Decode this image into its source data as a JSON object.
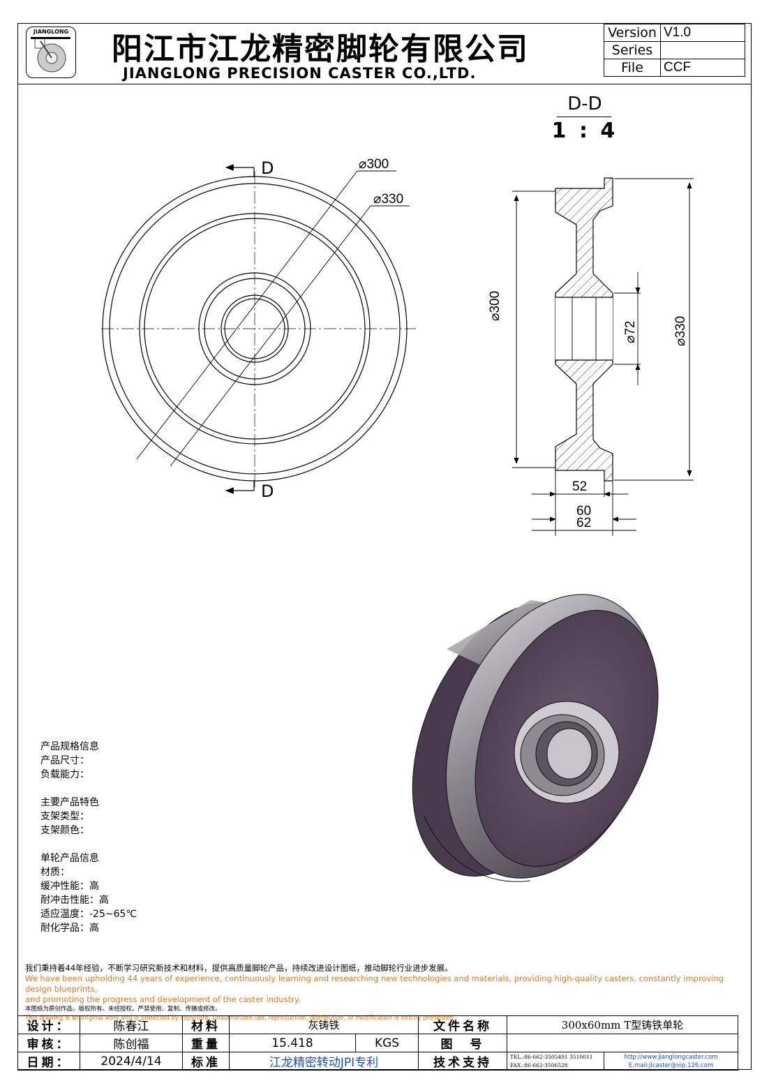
{
  "header": {
    "logo_text": "JIANGLONG",
    "title_cn": "阳江市江龙精密脚轮有限公司",
    "title_en": "JIANGLONG PRECISION CASTER CO.,LTD."
  },
  "meta": [
    {
      "key": "Version",
      "value": "V1.0"
    },
    {
      "key": "Series",
      "value": ""
    },
    {
      "key": "File",
      "value": "CCF"
    }
  ],
  "section": {
    "name": "D-D",
    "scale": "1 : 4"
  },
  "front_view": {
    "cut_label_top": "D",
    "cut_label_bottom": "D",
    "dim_300": "⌀300",
    "dim_330": "⌀330"
  },
  "side_view": {
    "dim_300": "⌀300",
    "dim_72": "⌀72",
    "dim_330": "⌀330",
    "dim_52": "52",
    "dim_60": "60",
    "dim_62": "62"
  },
  "specs": {
    "group1_title": "产品规格信息",
    "size": "产品尺寸：",
    "load": "负载能力：",
    "group2_title": "主要产品特色",
    "bracket_type": "支架类型：",
    "bracket_color": "支架颜色：",
    "group3_title": "单轮产品信息",
    "material": "材质：",
    "cushion": "缓冲性能：高",
    "impact": "耐冲击性能：高",
    "temperature": "适应温度：-25~65℃",
    "chemical": "耐化学品：高"
  },
  "mission": {
    "cn": "我们秉持着44年经验，不断学习研究新技术和材料，提供高质量脚轮产品，持续改进设计图纸，推动脚轮行业进步发展。",
    "en1": "We have been upholding 44 years of experience, continuously learning and researching new technologies and materials, providing high-quality casters, constantly improving design blueprints,",
    "en2": "and promoting the progress and development of the caster industry.",
    "copyright_cn": "本图纸为原创作品，版权所有。未经授权，严禁使用、复制、传播或修改。",
    "copyright_en": "This drawing is an original work and is protected by copyright. Unauthorized use, reproduction, distribution, or modification is strictly prohibited."
  },
  "title_block": {
    "design_label": "设计：",
    "design_value": "陈春江",
    "material_label": "材料",
    "material_value": "灰铸铁",
    "filename_label": "文件名称",
    "filename_value": "300x60mm T型铸铁单轮",
    "review_label": "审核：",
    "review_value": "陈创福",
    "weight_label": "重量",
    "weight_value": "15.418",
    "weight_unit": "KGS",
    "drawing_no_label": "图　号",
    "drawing_no_value": "",
    "date_label": "日期：",
    "date_value": "2024/4/14",
    "standard_label": "标准",
    "standard_value": "江龙精密转动JPI专利",
    "support_label": "技术支持",
    "tel": "TEL.:86-662-3505491 3510011",
    "fax": "FAX.:86-662-3506528",
    "website": "http://www.jianglongcaster.com",
    "email": "E.mail:jlcaster@vip.126.com"
  },
  "colors": {
    "wheel_face": "#5a4a5e",
    "wheel_rim": "#6b5a70",
    "wheel_highlight": "#b5b1b8",
    "accent_orange": "#e8781e",
    "accent_blue": "#1c4fc4"
  }
}
